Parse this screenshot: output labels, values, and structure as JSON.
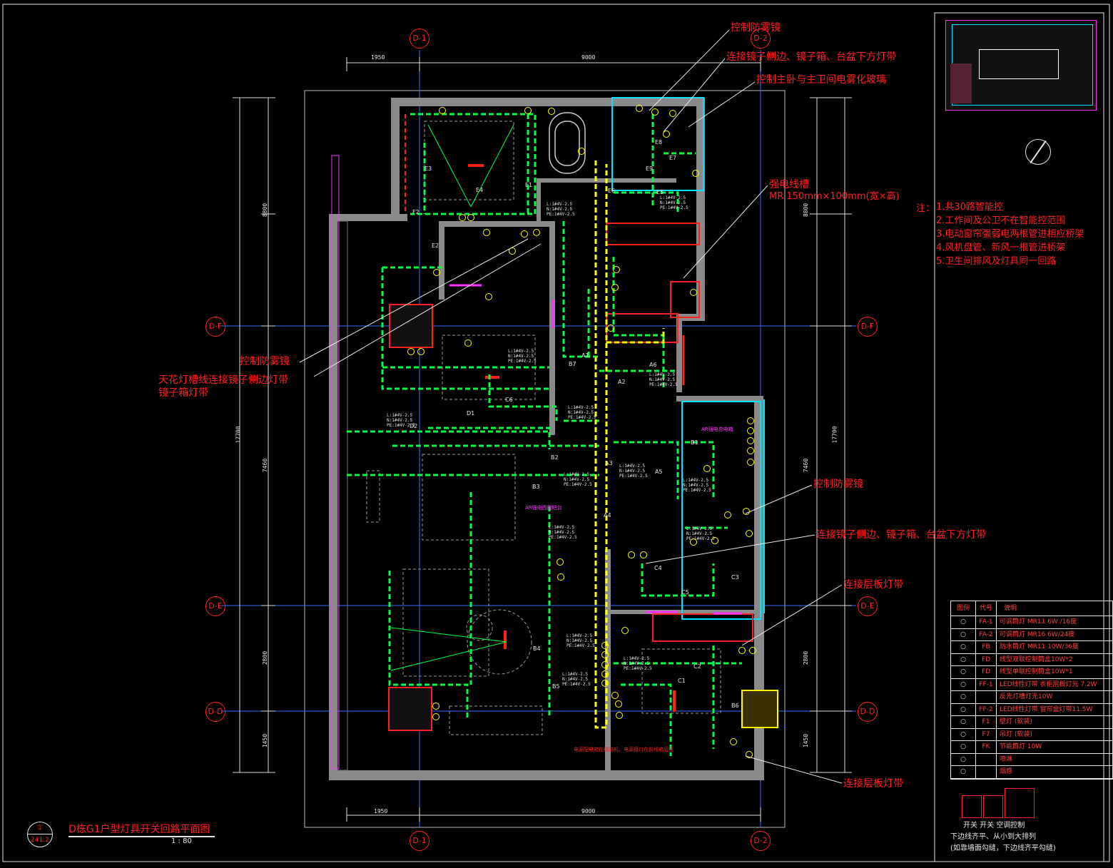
{
  "drawing": {
    "title": "D栋G1户型灯具开关回路平面图",
    "scale": "1 : 80",
    "ref_num": "1",
    "ref_sheet": "241.2"
  },
  "axes": {
    "top_left": "D-1",
    "top_right": "D-2",
    "bottom_left": "D-1",
    "bottom_right": "D-2",
    "left_upper": "D-F",
    "left_middle": "D-E",
    "left_lower": "D-D",
    "right_upper": "D-F",
    "right_middle": "D-E",
    "right_lower": "D-D"
  },
  "dimensions": {
    "top_a": "1950",
    "top_b": "9000",
    "bottom_a": "1950",
    "bottom_b": "9000",
    "left_total": "17700",
    "left_a": "8800",
    "left_b": "7460",
    "left_c": "2800",
    "left_d": "1450",
    "right_total": "17700",
    "right_a": "8800",
    "right_b": "7460",
    "right_c": "2800",
    "right_d": "1450"
  },
  "callouts": {
    "c1": "控制防雾镜",
    "c2": "连接镜子侧边、镜子箱、台盆下方灯带",
    "c3": "控制主卧与主卫间电雾化玻璃",
    "c4a": "强电线槽",
    "c4b": "MR 150mm×100mm(宽×高)",
    "c5": "控制防雾镜",
    "c6a": "天花灯槽线连接镜子侧边灯带",
    "c6b": "镜子箱灯带",
    "c7": "控制防雾镜",
    "c8": "连接镜子侧边、镜子箱、台盆下方灯带",
    "c9": "连接层板灯带",
    "c10": "连接层板灯带"
  },
  "notes": {
    "prefix": "注：",
    "items": [
      "1.共30路智能控",
      "2.工作间及公卫不在智能控范围",
      "3.电动窗帘强弱电两根管进相应桥架",
      "4.风机盘管、新风一根管进桥架",
      "5.卫生间排风及灯具同一回路"
    ]
  },
  "plan_labels": {
    "circuit_text": [
      "L:1#4V-2.5",
      "N:1#4V-2.5",
      "PE:1#4V-2.5"
    ],
    "room_codes": [
      "E3",
      "E4",
      "E1",
      "F2",
      "E2",
      "E5",
      "E6",
      "E7",
      "E8",
      "E9",
      "B7",
      "A1",
      "A6",
      "A2",
      "A3",
      "A4",
      "A5",
      "B1",
      "B2",
      "B3",
      "B4",
      "B5",
      "B6",
      "C1",
      "C2",
      "C3",
      "C4",
      "C5",
      "C6",
      "D1",
      "D2"
    ],
    "kitchen_label": "AR强电总电箱",
    "dining_label": "AR强电西厨吧台",
    "bottom_note": "电源配电箱在线路机、电源接口在前线箱后面"
  },
  "legend": {
    "header": [
      "图例",
      "代号",
      "说明"
    ],
    "rows": [
      {
        "code": "FA-1",
        "desc": "可调筒灯 MR11   6W /16度"
      },
      {
        "code": "FA-2",
        "desc": "可调筒灯 MR16   6W/24度"
      },
      {
        "code": "FB",
        "desc": "防水筒灯 MR11   10W/36度"
      },
      {
        "code": "FD",
        "desc": "线型双联控制筒盒10W*2"
      },
      {
        "code": "FD",
        "desc": "线型单联控制筒盒10W*1"
      },
      {
        "code": "FF-1",
        "desc": "LED线性灯带 衣柜层板灯光  7.2W"
      },
      {
        "code": "",
        "desc": "反光灯槽灯光10W"
      },
      {
        "code": "FF-2",
        "desc": "LED线性灯带 窗帘盒灯带11.5W"
      },
      {
        "code": "F1",
        "desc": "壁灯         (软装)"
      },
      {
        "code": "F7",
        "desc": "吊灯         (软装)"
      },
      {
        "code": "FK",
        "desc": "节能筒灯        10W"
      },
      {
        "code": "",
        "desc": "喷淋"
      },
      {
        "code": "",
        "desc": "烟感"
      }
    ],
    "switch_labels": "开关  开关  空调控制",
    "switch_note1": "下边线齐平、从小到大排列",
    "switch_note2": "(如靠墙面勾缝，下边线齐平勾缝)"
  },
  "colors": {
    "wall": "#8a8a8a",
    "circuit": "#00ff44",
    "trunk": "#ffff00",
    "red": "#ff2020",
    "blue": "#3a6cff",
    "cyan": "#00e5ff",
    "magenta": "#ff33ff",
    "white": "#e6e6e6"
  }
}
